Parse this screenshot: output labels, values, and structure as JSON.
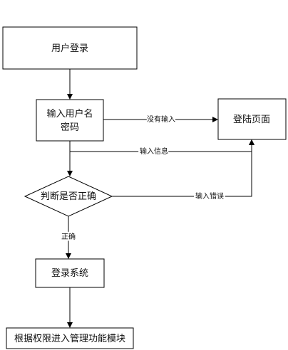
{
  "nodes": {
    "login": "用户登录",
    "input_line1": "输入用户名",
    "input_line2": "密码",
    "login_page": "登陆页面",
    "judge": "判断是否正确",
    "login_system": "登录系统",
    "manage": "根据权限进入管理功能模块"
  },
  "edges": {
    "no_input": "没有输入",
    "input_info": "输入信息",
    "input_error": "输入错误",
    "correct": "正确"
  },
  "colors": {
    "stroke": "#000000",
    "text": "#111111"
  }
}
